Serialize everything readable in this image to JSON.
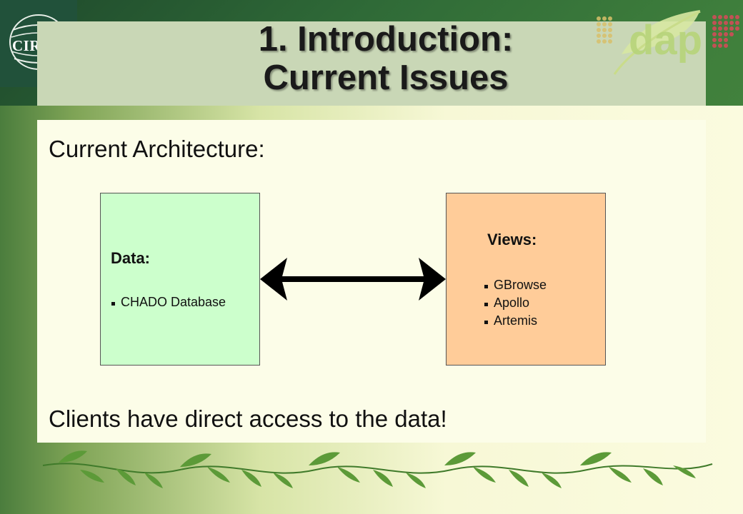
{
  "logo": {
    "text": "CIRAD"
  },
  "title": {
    "line1": "1. Introduction:",
    "line2": "Current Issues"
  },
  "subtitle": "Current Architecture:",
  "data_box": {
    "title": "Data:",
    "items": [
      "CHADO Database"
    ]
  },
  "views_box": {
    "title": "Views:",
    "items": [
      "GBrowse",
      "Apollo",
      "Artemis"
    ]
  },
  "conclusion": "Clients have direct access to the data!",
  "colors": {
    "data_box_fill": "#ccffcc",
    "views_box_fill": "#ffcc99",
    "title_band": "#c9d7b6",
    "dark_green": "#21513a"
  }
}
